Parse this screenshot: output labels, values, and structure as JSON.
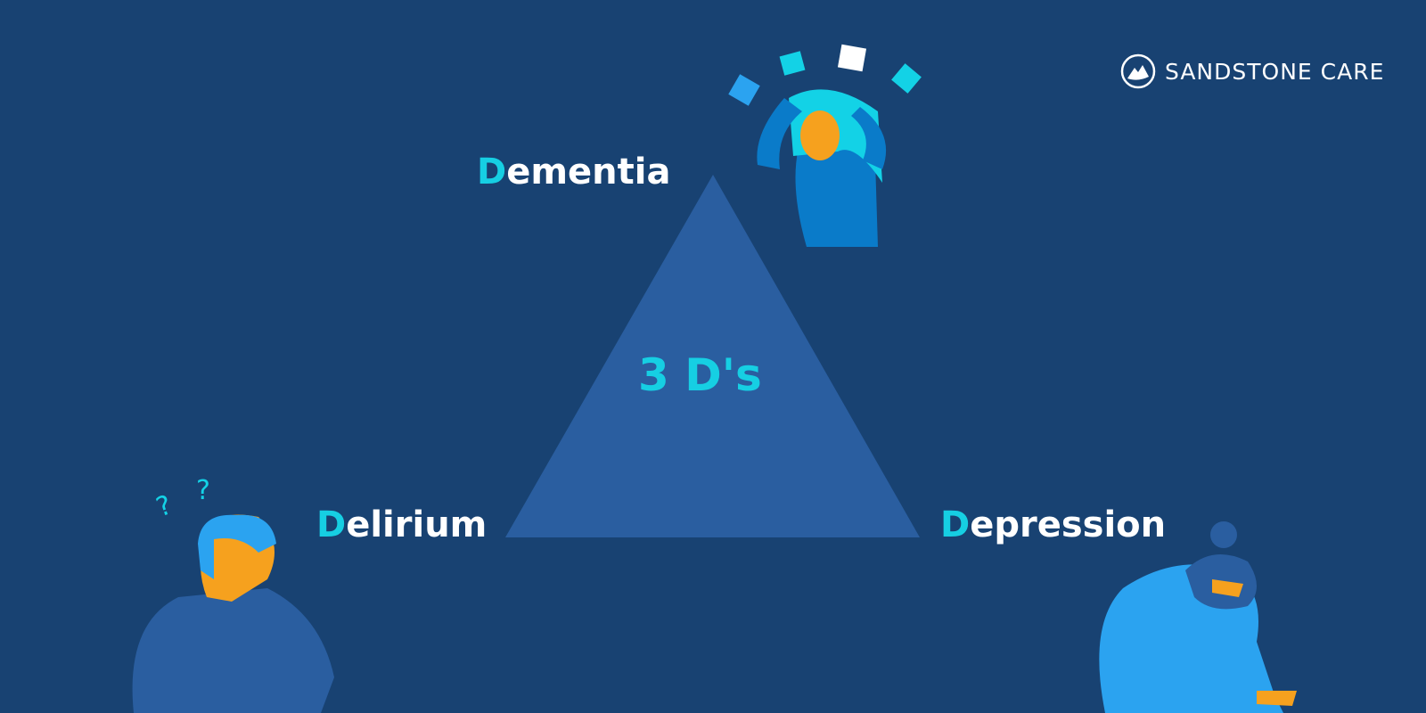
{
  "brand": {
    "name": "SANDSTONE CARE"
  },
  "title": "3 D's",
  "items": [
    {
      "initial": "D",
      "rest": "ementia"
    },
    {
      "initial": "D",
      "rest": "elirium"
    },
    {
      "initial": "D",
      "rest": "epression"
    }
  ],
  "colors": {
    "background": "#184272",
    "triangle": "#2a5ea0",
    "accent": "#16cfe3",
    "skin": "#f6a11e",
    "figure_blue": "#2ba3f0"
  }
}
